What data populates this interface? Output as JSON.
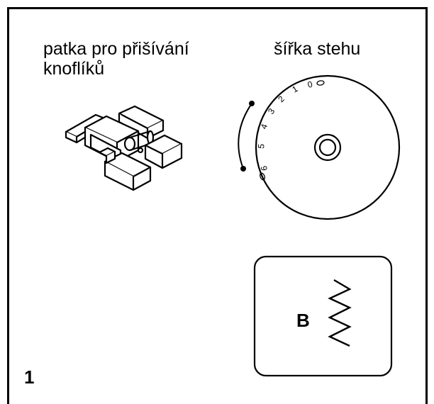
{
  "labels": {
    "presser_foot_line1": "patka pro přišívání",
    "presser_foot_line2": "knoflíků",
    "stitch_width": "šířka stehu"
  },
  "dial": {
    "numbers": [
      "0",
      "1",
      "2",
      "3",
      "4",
      "5",
      "6"
    ]
  },
  "pattern": {
    "letter": "B"
  },
  "step_number": "1",
  "colors": {
    "ink": "#000000",
    "background": "#ffffff"
  }
}
